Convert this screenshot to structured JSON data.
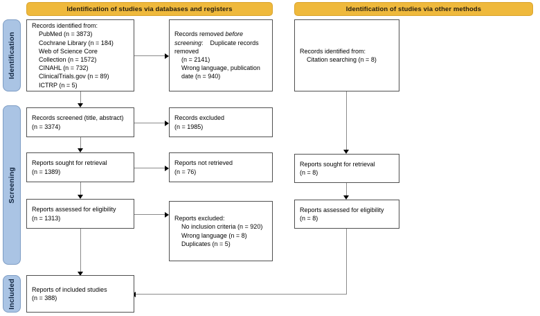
{
  "diagram": {
    "title": "PRISMA 2020 flow diagram",
    "type": "prisma-flow-diagram",
    "colors": {
      "banner": "#efb93c",
      "phase_bar": "#aac4e4",
      "box_border": "#4f4f4f",
      "connector": "#8a8a8a"
    }
  },
  "phases": [
    {
      "id": "identification",
      "label": "Identification"
    },
    {
      "id": "screening",
      "label": "Screening"
    },
    {
      "id": "included",
      "label": "Included"
    }
  ],
  "banners": [
    {
      "id": "databases-registers",
      "label": "Identification of studies via databases and registers"
    },
    {
      "id": "other-methods",
      "label": "Identification of studies via other methods"
    }
  ],
  "left_column": {
    "records_identified": {
      "title": "Records identified from:",
      "sources": [
        {
          "name": "PubMed",
          "n": 3873,
          "text": "PubMed (n = 3873)"
        },
        {
          "name": "Cochrane Library",
          "n": 184,
          "text": "Cochrane Library (n = 184)"
        },
        {
          "name": "Web of Science Core Collection",
          "n": 1572,
          "text": "Web of Science Core\nCollection (n = 1572)"
        },
        {
          "name": "CINAHL",
          "n": 732,
          "text": "CINAHL (n = 732)"
        },
        {
          "name": "ClinicalTrials.gov",
          "n": 89,
          "text": "ClinicalTrials.gov (n = 89)"
        },
        {
          "name": "ICTRP",
          "n": 5,
          "text": "ICTRP (n = 5)"
        }
      ],
      "full_text": "Records identified from:\n    PubMed (n = 3873)\n    Cochrane Library (n = 184)\n    Web of Science Core\n    Collection (n = 1572)\n    CINAHL (n = 732)\n    ClinicalTrials.gov (n = 89)\n    ICTRP (n = 5)"
    },
    "records_removed": {
      "title_plain": "Records removed ",
      "title_italic": "before\nscreening",
      "title_suffix": ":",
      "items": [
        {
          "name": "Duplicate records removed",
          "n": 2141,
          "text": "Duplicate records removed\n(n = 2141)"
        },
        {
          "name": "Wrong language, publication date",
          "n": 940,
          "text": "Wrong language, publication\ndate (n = 940)"
        }
      ],
      "items_text": "    Duplicate records removed\n    (n = 2141)\n    Wrong language, publication\n    date (n = 940)"
    },
    "records_screened": {
      "label": "Records screened (title, abstract)",
      "n": 3374,
      "full_text": "Records screened (title, abstract)\n(n = 3374)"
    },
    "records_excluded": {
      "label": "Records excluded",
      "n": 1985,
      "full_text": "Records excluded\n(n = 1985)"
    },
    "reports_sought": {
      "label": "Reports sought for retrieval",
      "n": 1389,
      "full_text": "Reports sought for retrieval\n(n = 1389)"
    },
    "reports_not_retrieved": {
      "label": "Reports not retrieved",
      "n": 76,
      "full_text": "Reports not retrieved\n(n = 76)"
    },
    "reports_assessed": {
      "label": "Reports assessed for eligibility",
      "n": 1313,
      "full_text": "Reports assessed for eligibility\n(n = 1313)"
    },
    "reports_excluded": {
      "title": "Reports excluded:",
      "reasons": [
        {
          "name": "No inclusion criteria",
          "n": 920,
          "text": "No inclusion criteria (n = 920)"
        },
        {
          "name": "Wrong language",
          "n": 8,
          "text": "Wrong language (n = 8)"
        },
        {
          "name": "Duplicates",
          "n": 5,
          "text": "Duplicates (n = 5)"
        }
      ],
      "full_text": "Reports excluded:\n    No inclusion criteria (n = 920)\n    Wrong language (n = 8)\n    Duplicates (n = 5)"
    }
  },
  "right_column": {
    "records_identified": {
      "title": "Records identified from:",
      "sources": [
        {
          "name": "Citation searching",
          "n": 8,
          "text": "Citation searching (n = 8)"
        }
      ],
      "full_text": "Records identified from:\n    Citation searching (n = 8)"
    },
    "reports_sought": {
      "label": "Reports sought for retrieval",
      "n": 8,
      "full_text": "Reports sought for retrieval\n(n = 8)"
    },
    "reports_assessed": {
      "label": "Reports assessed for eligibility",
      "n": 8,
      "full_text": "Reports assessed for eligibility\n(n = 8)"
    }
  },
  "included": {
    "label": "Reports of included studies",
    "n": 388,
    "full_text": "Reports of included studies\n(n = 388)"
  }
}
